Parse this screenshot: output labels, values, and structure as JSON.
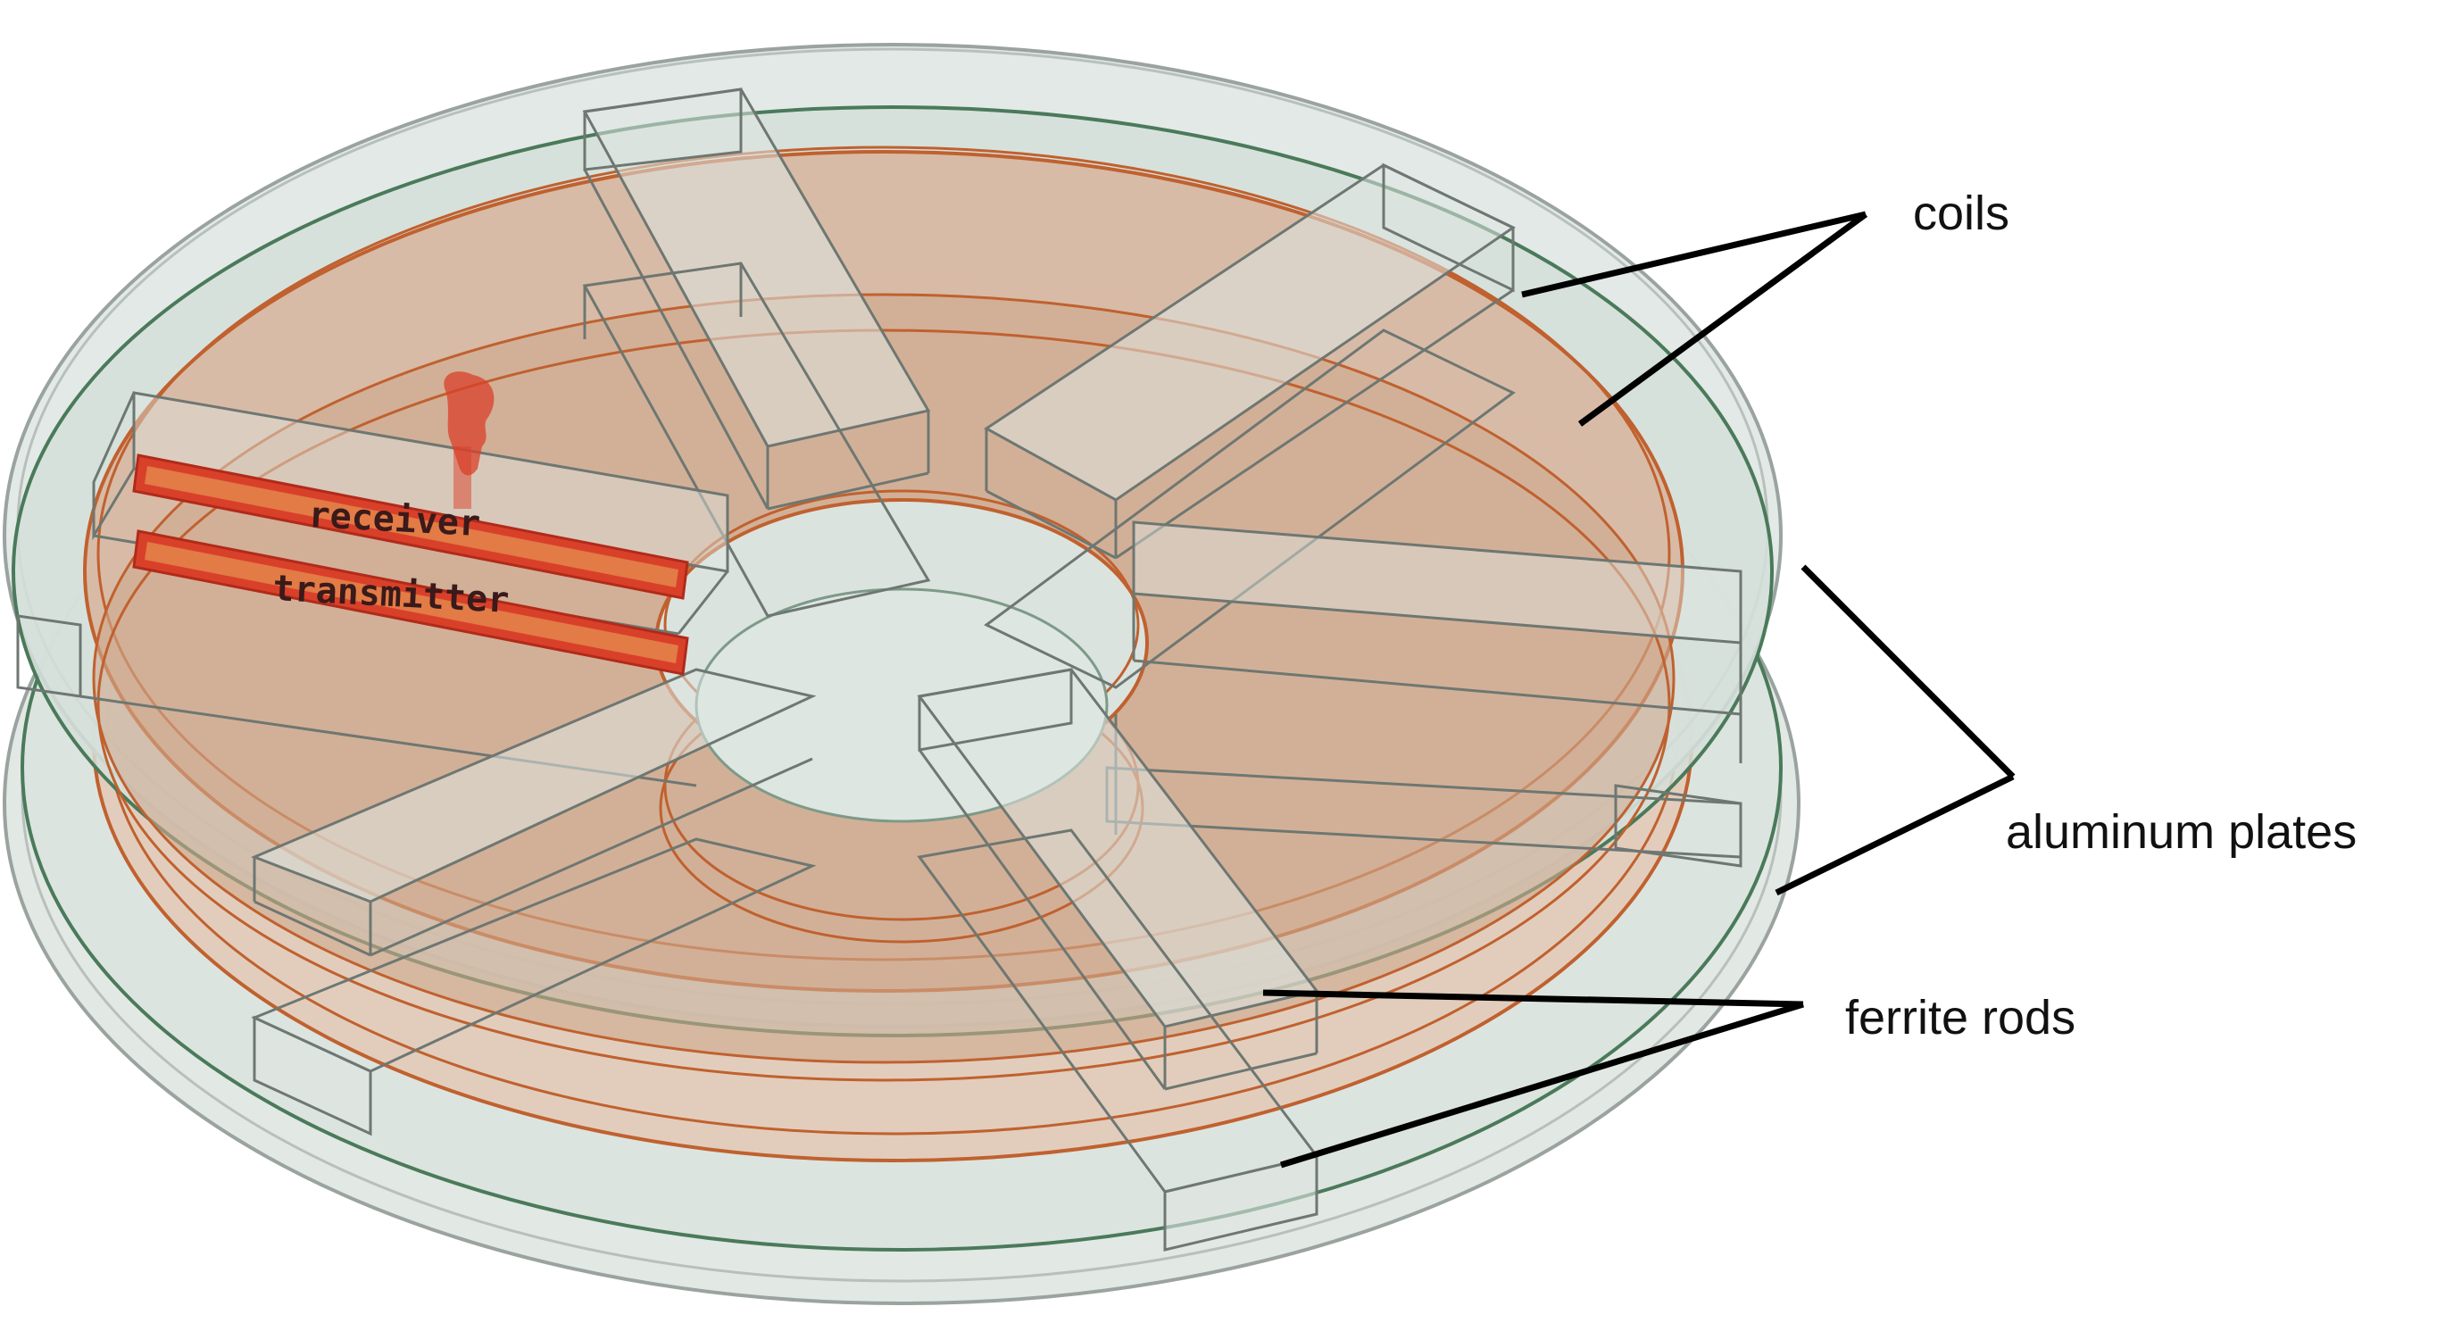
{
  "callouts": {
    "coils": "coils",
    "aluminum_plates": "aluminum plates",
    "ferrite_rods": "ferrite rods"
  },
  "parts": {
    "receiver": "receiver",
    "transmitter": "transmitter"
  },
  "colors": {
    "plate_fill": "#dde5e0",
    "plate_edge": "#4a7a5a",
    "outline_gray": "#9aa3a0",
    "coil_fill": "#d8b49c",
    "coil_line": "#c0612f",
    "ferrite_edge": "#6e7772",
    "sensor_red": "#d9402a",
    "leader_line": "#000000"
  }
}
